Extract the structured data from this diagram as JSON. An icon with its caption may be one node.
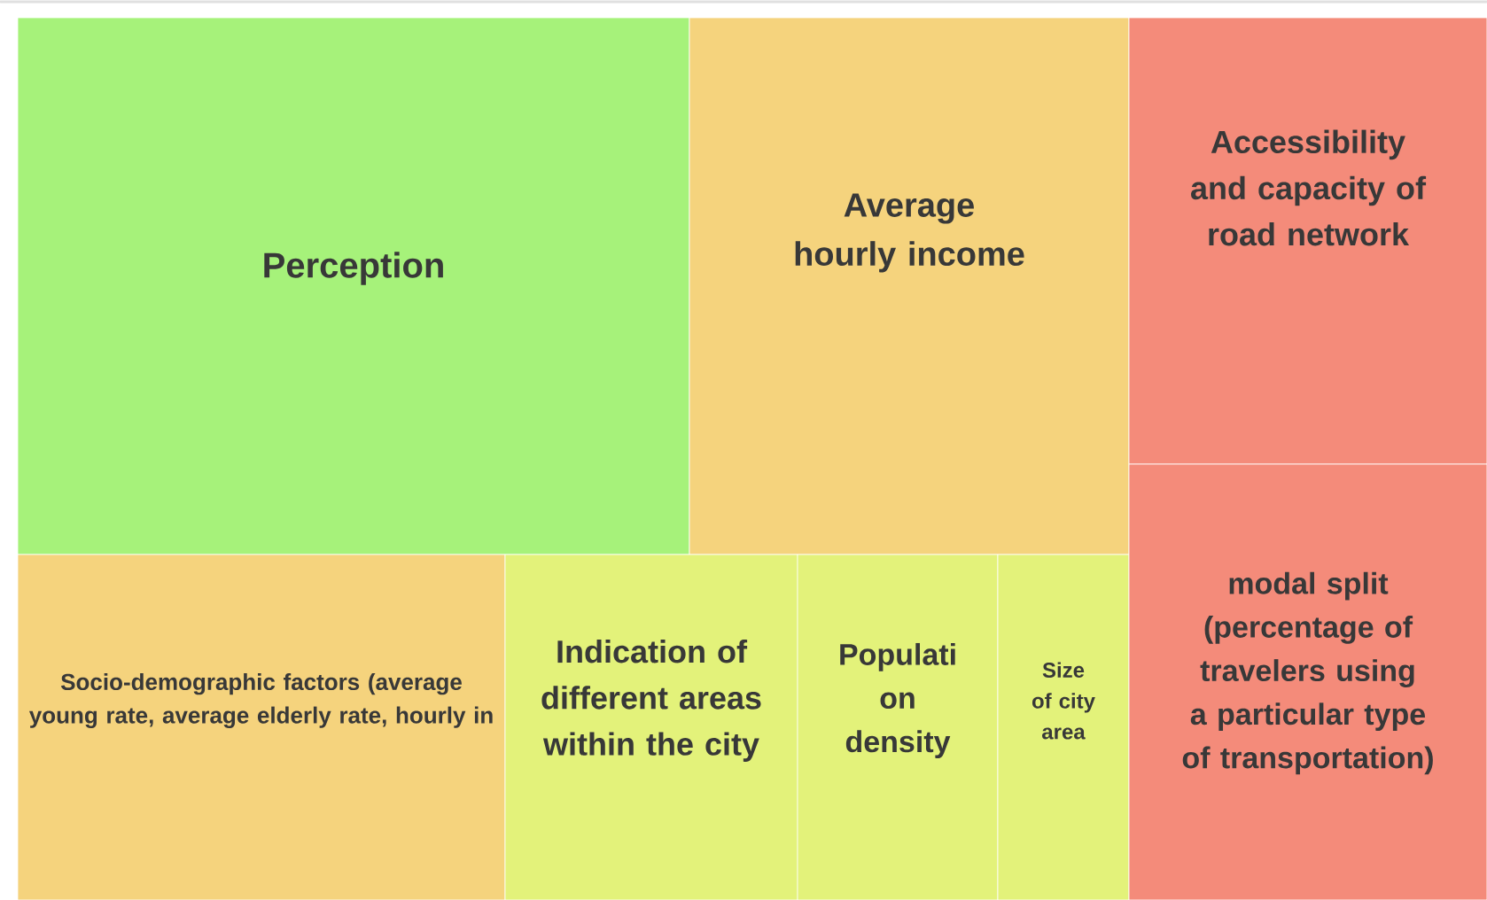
{
  "diagram": {
    "nodes": [
      {
        "text": [
          "Perception"
        ]
      },
      {
        "text": [
          "Average hourly income"
        ]
      },
      {
        "text": [
          "Accessibility and capacity of road network"
        ]
      },
      {
        "text": [
          "Socio-demographic factors (average young rate, average elderly rate, hourly in"
        ]
      },
      {
        "text": [
          "Indication of different areas within the city"
        ]
      },
      {
        "text": [
          "Populati on density"
        ]
      },
      {
        "text": [
          "Size of city area"
        ]
      },
      {
        "text": [
          "modal split (percentage of travelers using a particular type of transportation)"
        ]
      }
    ]
  }
}
